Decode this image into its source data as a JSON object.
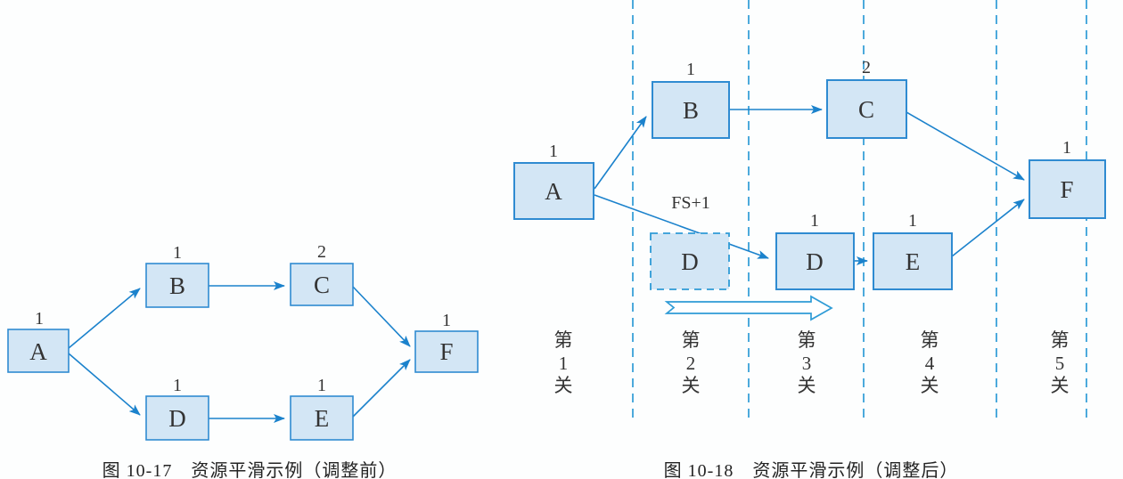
{
  "figure_left": {
    "caption": "图 10-17　资源平滑示例（调整前）",
    "diagram_type": "activity-network",
    "nodes": [
      {
        "id": "A",
        "label": "A",
        "duration": "1"
      },
      {
        "id": "B",
        "label": "B",
        "duration": "1"
      },
      {
        "id": "C",
        "label": "C",
        "duration": "2"
      },
      {
        "id": "D",
        "label": "D",
        "duration": "1"
      },
      {
        "id": "E",
        "label": "E",
        "duration": "1"
      },
      {
        "id": "F",
        "label": "F",
        "duration": "1"
      }
    ],
    "edges": [
      "A→B",
      "B→C",
      "C→F",
      "A→D",
      "D→E",
      "E→F"
    ]
  },
  "figure_right": {
    "caption": "图 10-18　资源平滑示例（调整后）",
    "diagram_type": "activity-network-time-scaled",
    "relation_label": "FS+1",
    "nodes": [
      {
        "id": "A",
        "label": "A",
        "duration": "1"
      },
      {
        "id": "B",
        "label": "B",
        "duration": "1"
      },
      {
        "id": "C",
        "label": "C",
        "duration": "2"
      },
      {
        "id": "D-original",
        "label": "D",
        "duration": "",
        "style": "dashed-ghost"
      },
      {
        "id": "D",
        "label": "D",
        "duration": "1"
      },
      {
        "id": "E",
        "label": "E",
        "duration": "1"
      },
      {
        "id": "F",
        "label": "F",
        "duration": "1"
      }
    ],
    "edges": [
      "A→B",
      "B→C",
      "C→F",
      "A→D(FS+1)",
      "D→E",
      "E→F"
    ],
    "columns": [
      {
        "chars": [
          "第",
          "1",
          "关"
        ]
      },
      {
        "chars": [
          "第",
          "2",
          "关"
        ]
      },
      {
        "chars": [
          "第",
          "3",
          "关"
        ]
      },
      {
        "chars": [
          "第",
          "4",
          "关"
        ]
      },
      {
        "chars": [
          "第",
          "5",
          "关"
        ]
      }
    ]
  },
  "colors": {
    "node_fill": "#d3e6f5",
    "node_border": "#2f8bd1",
    "arrow": "#1b82cc",
    "dashed_grid": "#2e9bd6",
    "text": "#333333"
  }
}
